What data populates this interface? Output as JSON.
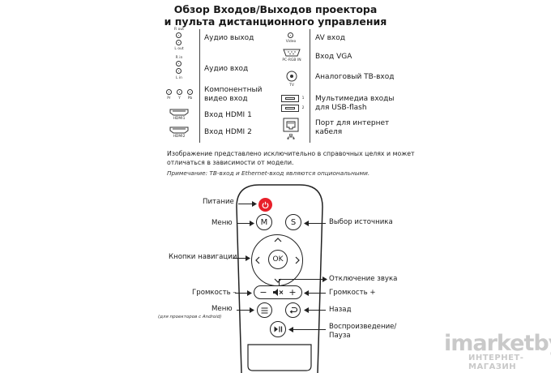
{
  "title": {
    "line1": "Обзор Входов/Выходов проектора",
    "line2": "и пульта дистанционного управления"
  },
  "ports_left": {
    "audio_out": {
      "label": "Аудио выход",
      "jack_top": "R out",
      "jack_bottom": "L out"
    },
    "audio_in": {
      "label": "Аудио вход",
      "jack_top": "R in",
      "jack_bottom": "L in"
    },
    "component": {
      "label_line1": "Компонентный",
      "label_line2": "видео вход",
      "jacks": [
        "Pr",
        "Y",
        "Pb"
      ]
    },
    "hdmi1": {
      "label": "Вход HDMI 1",
      "icon_text": "HDMI1"
    },
    "hdmi2": {
      "label": "Вход HDMI 2",
      "icon_text": "HDMI2"
    }
  },
  "ports_right": {
    "av": {
      "label": "AV вход",
      "icon_text": "Video"
    },
    "vga": {
      "label": "Вход VGA",
      "icon_text": "PC-RGB IN"
    },
    "tv": {
      "label": "Аналоговый ТВ-вход",
      "icon_text": "TV"
    },
    "usb": {
      "label_line1": "Мультимедиа входы",
      "label_line2": "для USB-flash",
      "port_nums": [
        "1",
        "2"
      ]
    },
    "ethernet": {
      "label_line1": "Порт для интернет",
      "label_line2": "кабеля"
    }
  },
  "disclaimer": {
    "line1": "Изображение представлено исключительно в справочных целях и может",
    "line2": "отличаться в зависимости от модели."
  },
  "note": "Примечание: ТВ-вход и Ethernet-вход являются опциональными.",
  "remote": {
    "buttons": {
      "menu": "M",
      "source": "S",
      "ok": "OK",
      "minus": "−",
      "plus": "+"
    },
    "labels": {
      "power": "Питание",
      "menu": "Меню",
      "source": "Выбор источника",
      "nav": "Кнопки навигации",
      "mute": "Отключение звука",
      "vol_down": "Громкость –",
      "vol_up": "Громкость +",
      "menu_android": "Меню",
      "menu_android_sub": "(для проекторов с Android)",
      "back": "Назад",
      "play_line1": "Воспроизведение/",
      "play_line2": "Пауза"
    },
    "colors": {
      "power": "#e8202a",
      "body": "#ffffff",
      "outline": "#222222"
    }
  },
  "watermark": {
    "brand": "imarketby",
    "sub": "ИНТЕРНЕТ-МАГАЗИН"
  }
}
